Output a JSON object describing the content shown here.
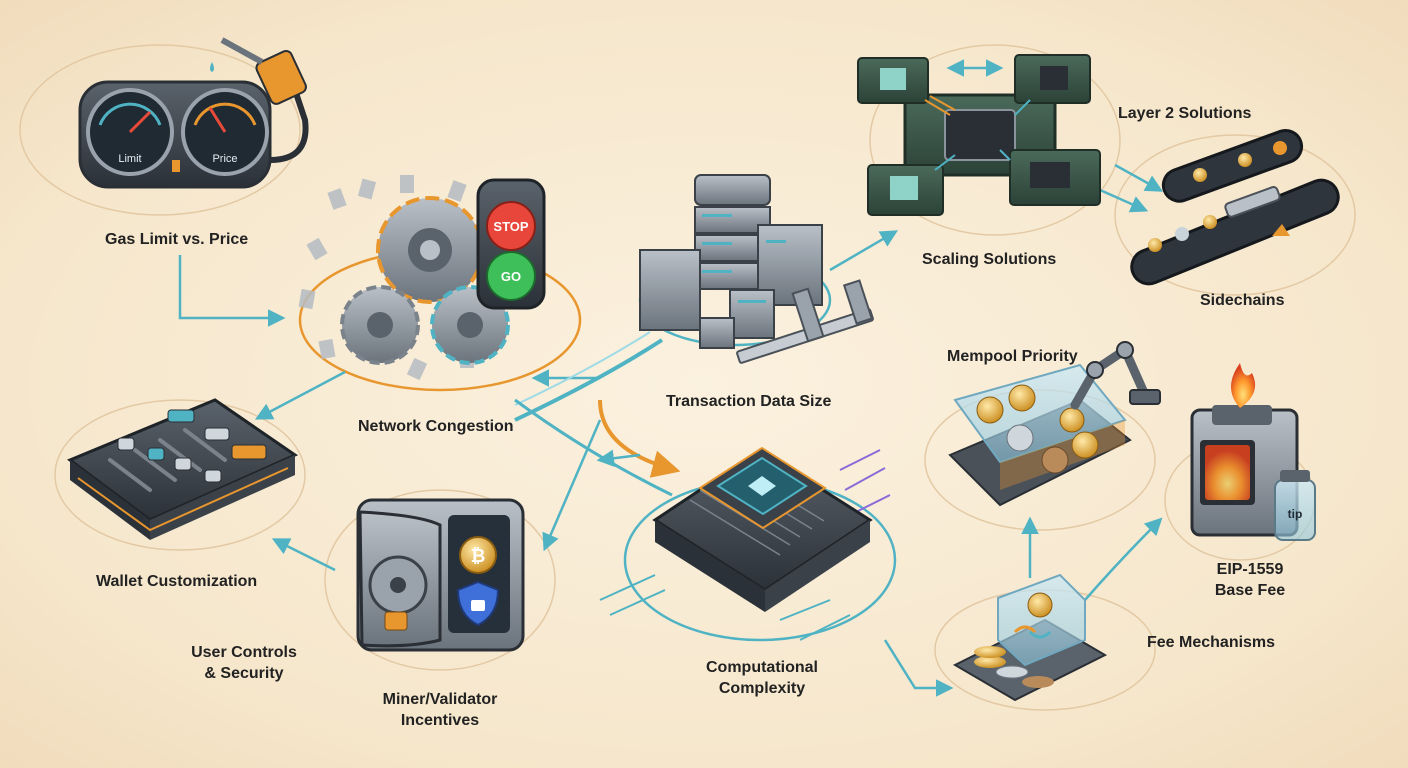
{
  "labels": {
    "gas_limit_vs_price": "Gas Limit vs. Price",
    "network_congestion": "Network Congestion",
    "transaction_data_size": "Transaction Data Size",
    "scaling_solutions": "Scaling Solutions",
    "layer2_solutions": "Layer 2 Solutions",
    "sidechains": "Sidechains",
    "mempool_priority": "Mempool Priority",
    "eip1559_line1": "EIP-1559",
    "eip1559_line2": "Base Fee",
    "fee_mechanisms": "Fee Mechanisms",
    "computational_line1": "Computational",
    "computational_line2": "Complexity",
    "miner_line1": "Miner/Validator",
    "miner_line2": "Incentives",
    "user_controls_line1": "User Controls",
    "user_controls_line2": "& Security",
    "wallet_customization": "Wallet Customization"
  },
  "gauge": {
    "limit": "Limit",
    "price": "Price"
  },
  "traffic_light": {
    "stop": "STOP",
    "go": "GO"
  },
  "jar_label": "tip",
  "icons": [
    "gauge-icon",
    "fuel-pump-icon",
    "gear-icon",
    "traffic-light-icon",
    "server-stack-icon",
    "caliper-icon",
    "circuit-board-icon",
    "conveyor-icon",
    "robot-arm-icon",
    "furnace-icon",
    "cpu-chip-icon",
    "vault-icon",
    "bitcoin-icon",
    "shield-lock-icon",
    "slider-panel-icon",
    "coin-stack-icon"
  ],
  "colors": {
    "teal": "#4fb3c4",
    "orange": "#e8962e",
    "background": "#f6e7cc"
  }
}
